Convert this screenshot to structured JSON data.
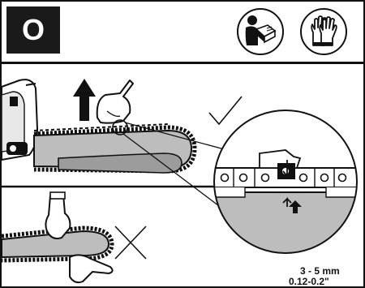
{
  "step": {
    "letter": "O"
  },
  "icons": [
    "read-manual-icon",
    "protective-gloves-icon"
  ],
  "labels": {
    "gap_mm": "3 - 5 mm",
    "gap_inch": "0.12-0.2\""
  },
  "status_marks": [
    "checkmark-icon",
    "cross-icon"
  ],
  "colors": {
    "ink": "#111111",
    "fill_gray": "#bdbdbd",
    "badge": "#1a1a1a"
  }
}
